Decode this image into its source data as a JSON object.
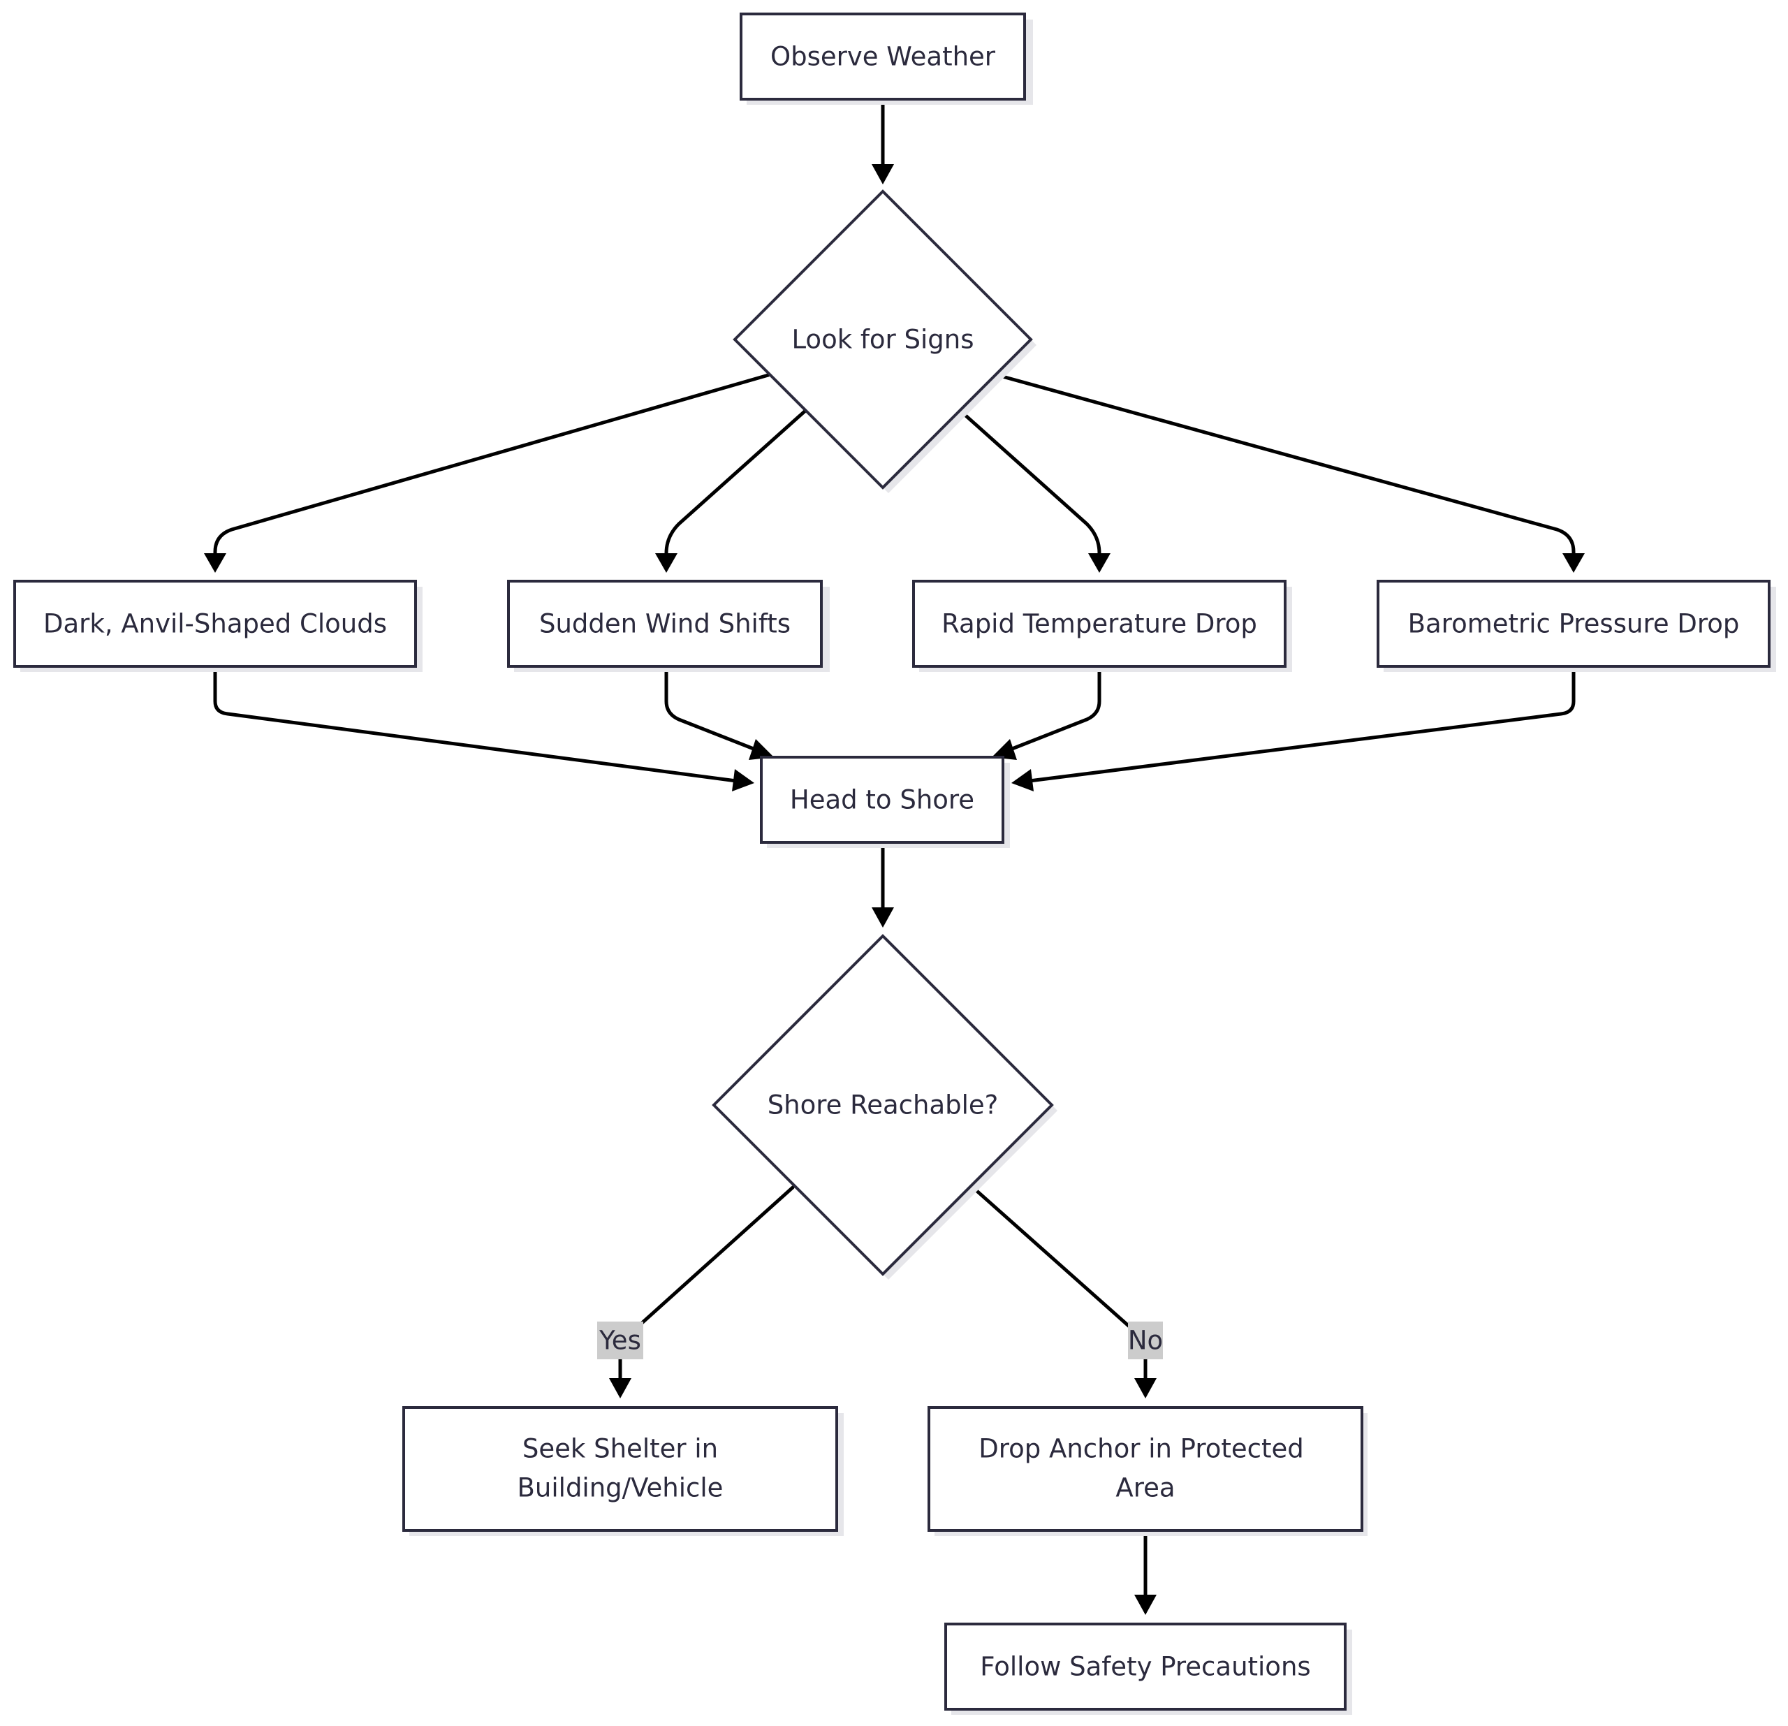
{
  "nodes": {
    "observe": "Observe Weather",
    "signs": "Look for Signs",
    "clouds": "Dark, Anvil-Shaped Clouds",
    "wind": "Sudden Wind Shifts",
    "temp": "Rapid Temperature Drop",
    "pressure": "Barometric Pressure Drop",
    "shore": "Head to Shore",
    "reachable": "Shore Reachable?",
    "shelter_line1": "Seek Shelter in",
    "shelter_line2": "Building/Vehicle",
    "anchor_line1": "Drop Anchor in Protected",
    "anchor_line2": "Area",
    "safety": "Follow Safety Precautions"
  },
  "edges": {
    "yes": "Yes",
    "no": "No"
  }
}
